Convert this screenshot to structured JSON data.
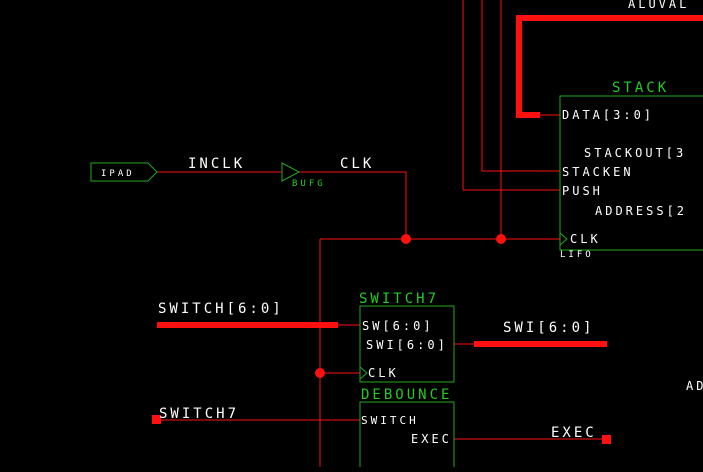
{
  "colors": {
    "background": "#000000",
    "wire": "#ff1010",
    "component": "#22aa22",
    "text": "#ffffff",
    "title": "#22cc22"
  },
  "top_label": "ALUVAL",
  "right_label": "AD",
  "stack": {
    "title": "STACK",
    "pins": {
      "data": "DATA[3:0]",
      "stackout": "STACKOUT[3",
      "stacken": "STACKEN",
      "push": "PUSH",
      "address": "ADDRESS[2",
      "clk": "CLK",
      "lifo": "LIFO"
    }
  },
  "ipad": {
    "label": "IPAD"
  },
  "bufg": {
    "label": "BUFG"
  },
  "nets": {
    "inclk": "INCLK",
    "clk": "CLK",
    "switch_bus": "SWITCH[6:0]",
    "swi_bus": "SWI[6:0]",
    "switch7": "SWITCH7",
    "exec": "EXEC"
  },
  "switch7_block": {
    "title": "SWITCH7",
    "pins": {
      "sw": "SW[6:0]",
      "swi": "SWI[6:0]",
      "clk": "CLK"
    }
  },
  "debounce_block": {
    "title": "DEBOUNCE",
    "pins": {
      "switch": "SWITCH",
      "exec": "EXEC"
    }
  }
}
